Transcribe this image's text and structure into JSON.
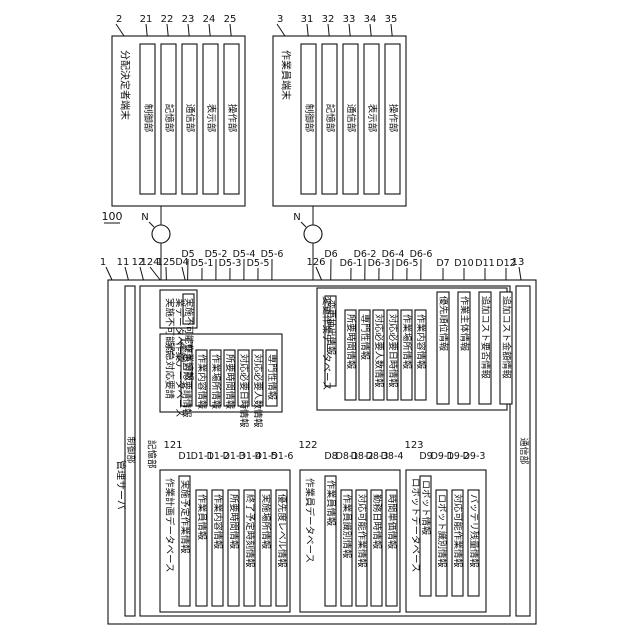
{
  "figure_number": "100",
  "network_label": "N",
  "distribution_terminal": {
    "ref": "2",
    "title": "分配決定者端末",
    "units": [
      {
        "ref": "21",
        "label": "制御部"
      },
      {
        "ref": "22",
        "label": "記憶部"
      },
      {
        "ref": "23",
        "label": "通信部"
      },
      {
        "ref": "24",
        "label": "表示部"
      },
      {
        "ref": "25",
        "label": "操作部"
      }
    ]
  },
  "worker_terminal": {
    "ref": "3",
    "title": "作業員端末",
    "units": [
      {
        "ref": "31",
        "label": "制御部"
      },
      {
        "ref": "32",
        "label": "記憶部"
      },
      {
        "ref": "33",
        "label": "通信部"
      },
      {
        "ref": "34",
        "label": "表示部"
      },
      {
        "ref": "35",
        "label": "操作部"
      }
    ]
  },
  "server": {
    "ref": "1",
    "title": "管理サーバ",
    "control": {
      "ref": "11",
      "label": "制御部"
    },
    "storage": {
      "ref": "12",
      "label": "記憶部"
    },
    "comm": {
      "ref": "13",
      "label": "通信部"
    }
  },
  "databases": {
    "unworkable": {
      "ref": "124",
      "title": "実施不可能作業データベース",
      "items": [
        {
          "ref": "D4",
          "label": "実施不可能作業情報"
        }
      ]
    },
    "urgent": {
      "ref": "125",
      "title": "緊急対応要請作業データベース",
      "items": [
        {
          "ref": "D5",
          "label": "緊急対応要請情報"
        },
        {
          "ref": "D5-1",
          "label": "作業内容情報"
        },
        {
          "ref": "D5-2",
          "label": "作業場所情報"
        },
        {
          "ref": "D5-3",
          "label": "所要時間情報"
        },
        {
          "ref": "D5-4",
          "label": "対応必要日時情報"
        },
        {
          "ref": "D5-5",
          "label": "対応必要人数情報"
        },
        {
          "ref": "D5-6",
          "label": "専門性情報"
        }
      ]
    },
    "change": {
      "ref": "126",
      "title": "変更作業データベース",
      "items": [
        {
          "ref": "D6",
          "label": "変更抽出情報"
        },
        {
          "ref": "D6-1",
          "label": "所要時間情報"
        },
        {
          "ref": "D6-2",
          "label": "専門性情報"
        },
        {
          "ref": "D6-3",
          "label": "対応必要人数情報"
        },
        {
          "ref": "D6-4",
          "label": "対応必要日時情報"
        },
        {
          "ref": "D6-5",
          "label": "作業場所情報"
        },
        {
          "ref": "D6-6",
          "label": "作業内容情報"
        },
        {
          "ref": "D7",
          "label": "優先順位情報"
        },
        {
          "ref": "D10",
          "label": "作業主体情報"
        },
        {
          "ref": "D11",
          "label": "追加コスト要否情報"
        },
        {
          "ref": "D12",
          "label": "追加コスト金額情報"
        }
      ]
    },
    "plan": {
      "ref": "121",
      "title": "作業計画データベース",
      "items": [
        {
          "ref": "D1",
          "label": "実施予定作業情報"
        },
        {
          "ref": "D1-1",
          "label": "作業員情報"
        },
        {
          "ref": "D1-2",
          "label": "作業内容情報"
        },
        {
          "ref": "D1-3",
          "label": "所要時間情報"
        },
        {
          "ref": "D1-4",
          "label": "終了予定時刻情報"
        },
        {
          "ref": "D1-5",
          "label": "実施場所情報"
        },
        {
          "ref": "D1-6",
          "label": "優先度レベル情報"
        }
      ]
    },
    "worker": {
      "ref": "122",
      "title": "作業員データベース",
      "items": [
        {
          "ref": "D8",
          "label": "作業員情報"
        },
        {
          "ref": "D8-1",
          "label": "作業員識別情報"
        },
        {
          "ref": "D8-2",
          "label": "対応可能作業情報"
        },
        {
          "ref": "D8-3",
          "label": "勤務日時情報"
        },
        {
          "ref": "D8-4",
          "label": "時間単価情報"
        }
      ]
    },
    "robot": {
      "ref": "123",
      "title": "ロボットデータベース",
      "items": [
        {
          "ref": "D9",
          "label": "ロボット情報"
        },
        {
          "ref": "D9-1",
          "label": "ロボット識別情報"
        },
        {
          "ref": "D9-2",
          "label": "対応可能作業情報"
        },
        {
          "ref": "D9-3",
          "label": "バッテリ残量情報"
        }
      ]
    }
  }
}
